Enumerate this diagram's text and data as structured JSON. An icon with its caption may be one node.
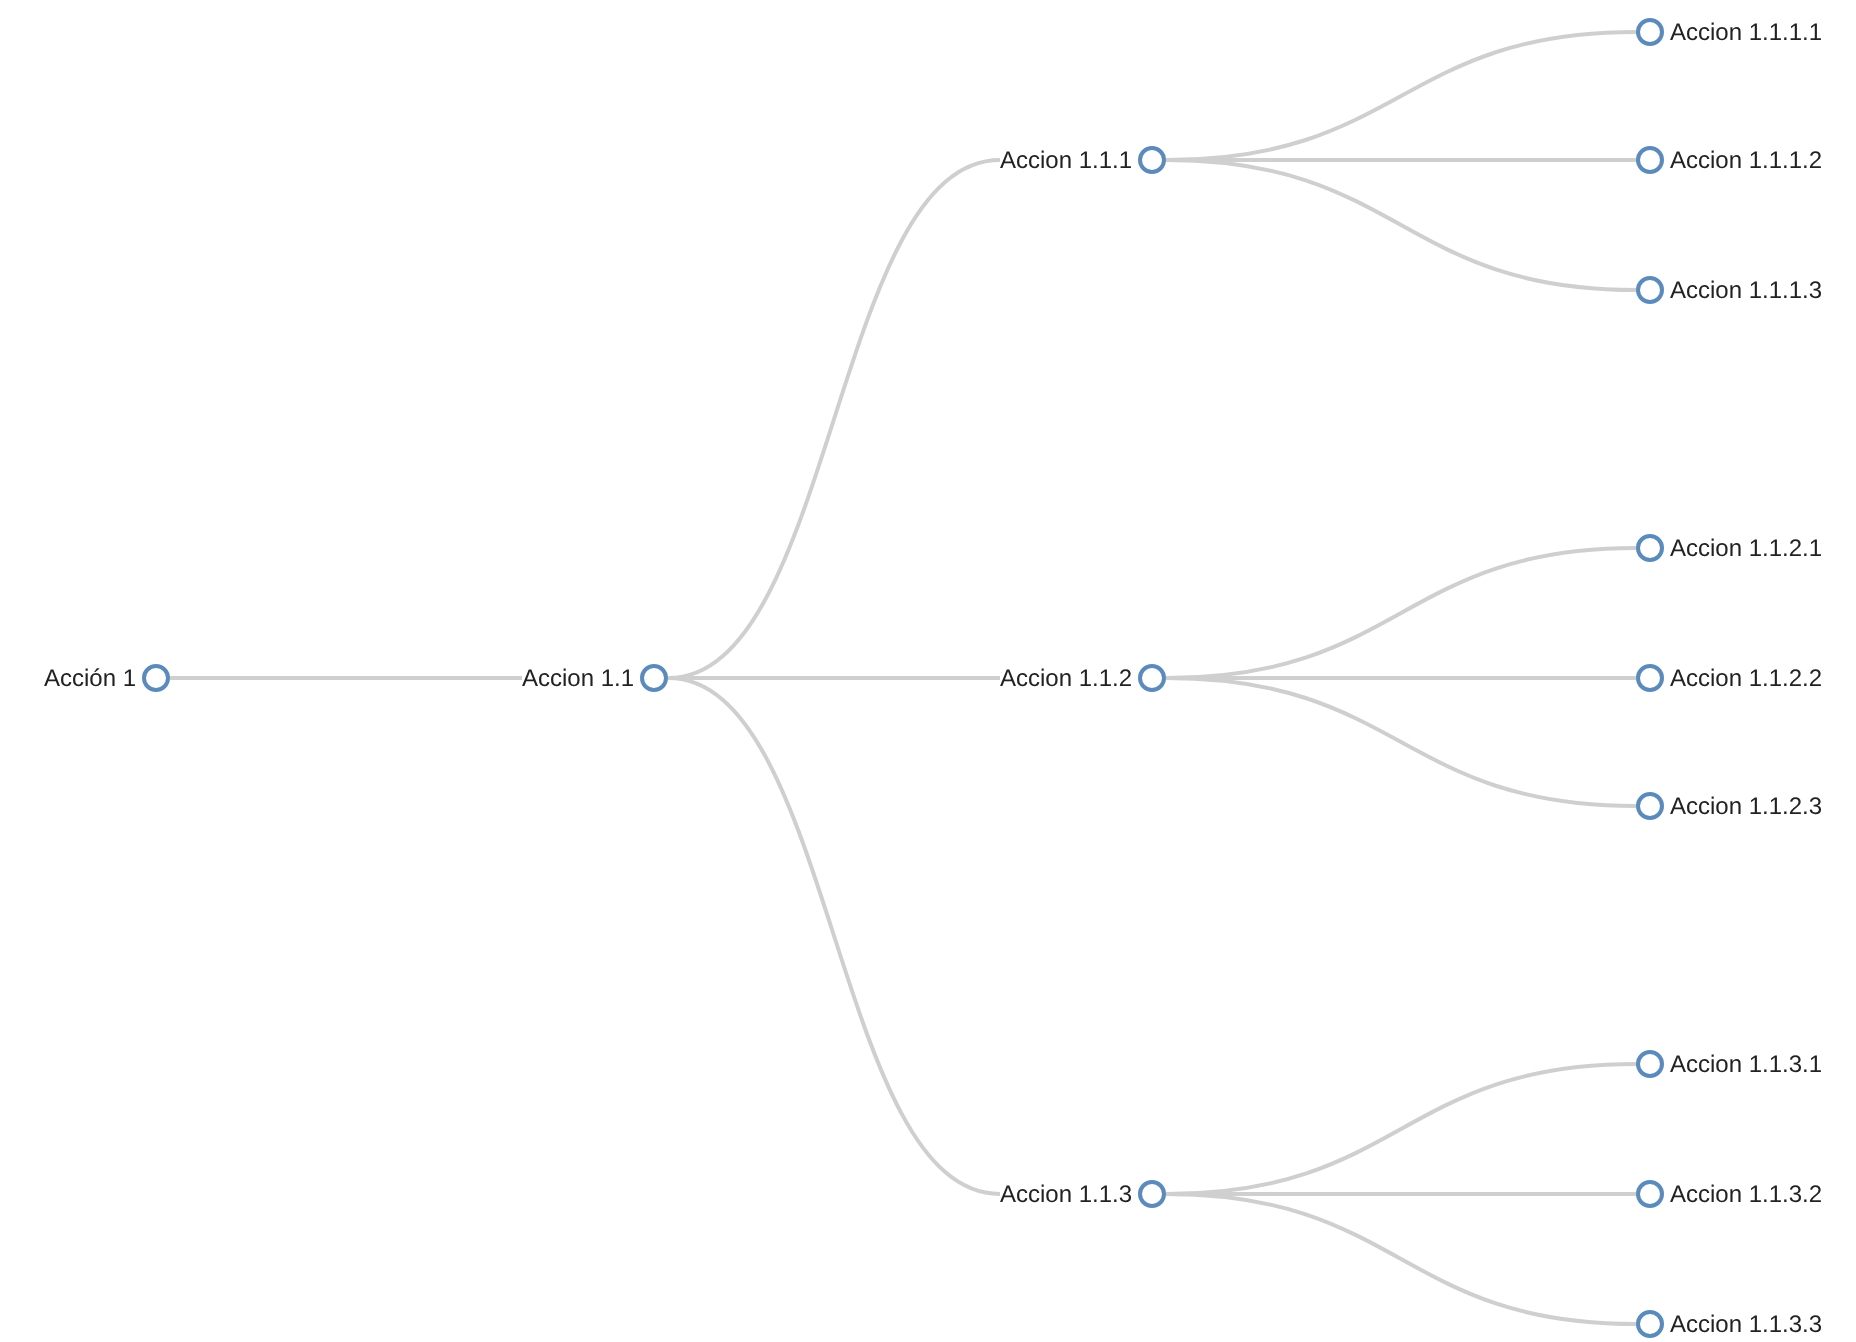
{
  "diagram": {
    "nodes": [
      {
        "text": [
          "Acción 1"
        ]
      },
      {
        "text": [
          "Accion 1.1"
        ]
      },
      {
        "text": [
          "Accion 1.1.1"
        ]
      },
      {
        "text": [
          "Accion 1.1.1.1"
        ]
      },
      {
        "text": [
          "Accion 1.1.1.2"
        ]
      },
      {
        "text": [
          "Accion 1.1.1.3"
        ]
      },
      {
        "text": [
          "Accion 1.1.2"
        ]
      },
      {
        "text": [
          "Accion 1.1.2.1"
        ]
      },
      {
        "text": [
          "Accion 1.1.2.2"
        ]
      },
      {
        "text": [
          "Accion 1.1.2.3"
        ]
      },
      {
        "text": [
          "Accion 1.1.3"
        ]
      },
      {
        "text": [
          "Accion 1.1.3.1"
        ]
      },
      {
        "text": [
          "Accion 1.1.3.2"
        ]
      },
      {
        "text": [
          "Accion 1.1.3.3"
        ]
      }
    ],
    "edges": [
      {
        "from": 0,
        "to": 1,
        "arrow": "none"
      },
      {
        "from": 1,
        "to": 2,
        "arrow": "none"
      },
      {
        "from": 2,
        "to": 3,
        "arrow": "none"
      },
      {
        "from": 2,
        "to": 4,
        "arrow": "none"
      },
      {
        "from": 2,
        "to": 5,
        "arrow": "none"
      },
      {
        "from": 1,
        "to": 6,
        "arrow": "none"
      },
      {
        "from": 6,
        "to": 7,
        "arrow": "none"
      },
      {
        "from": 6,
        "to": 8,
        "arrow": "none"
      },
      {
        "from": 6,
        "to": 9,
        "arrow": "none"
      },
      {
        "from": 1,
        "to": 10,
        "arrow": "none"
      },
      {
        "from": 10,
        "to": 11,
        "arrow": "none"
      },
      {
        "from": 10,
        "to": 12,
        "arrow": "none"
      },
      {
        "from": 10,
        "to": 13,
        "arrow": "none"
      }
    ]
  }
}
